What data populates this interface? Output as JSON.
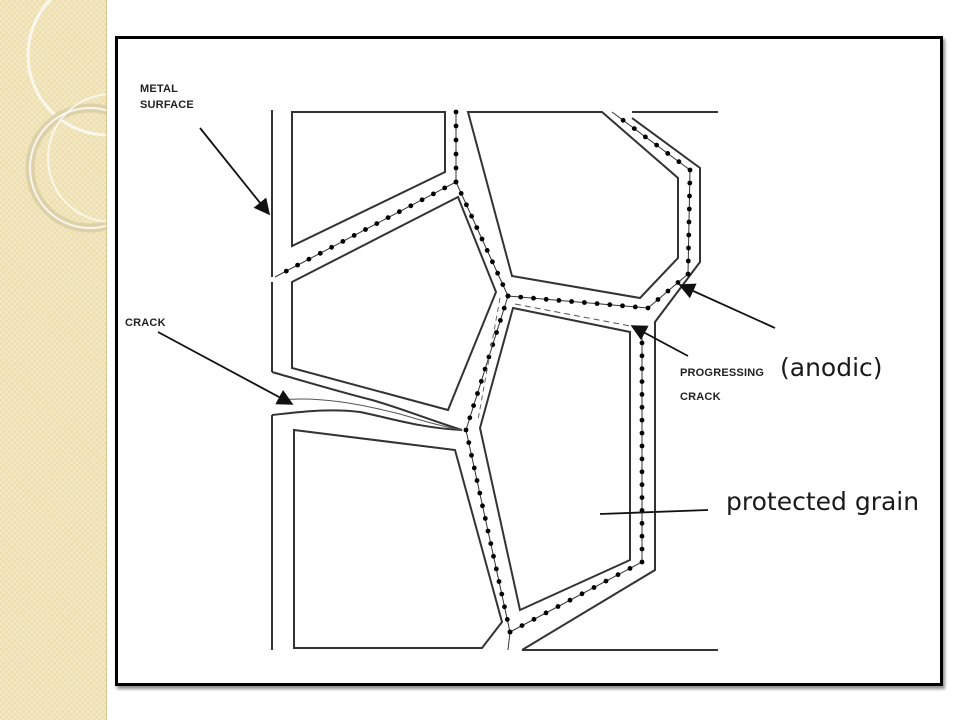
{
  "labels": {
    "metal_surface_line1": "METAL",
    "metal_surface_line2": "SURFACE",
    "crack": "CRACK",
    "progressing_line1": "PROGRESSING",
    "progressing_line2": "CRACK",
    "anodic": "(anodic)",
    "protected_grain": "protected grain"
  },
  "colors": {
    "strip": "#f1e4b8",
    "line": "#333333",
    "dots": "#000000"
  }
}
